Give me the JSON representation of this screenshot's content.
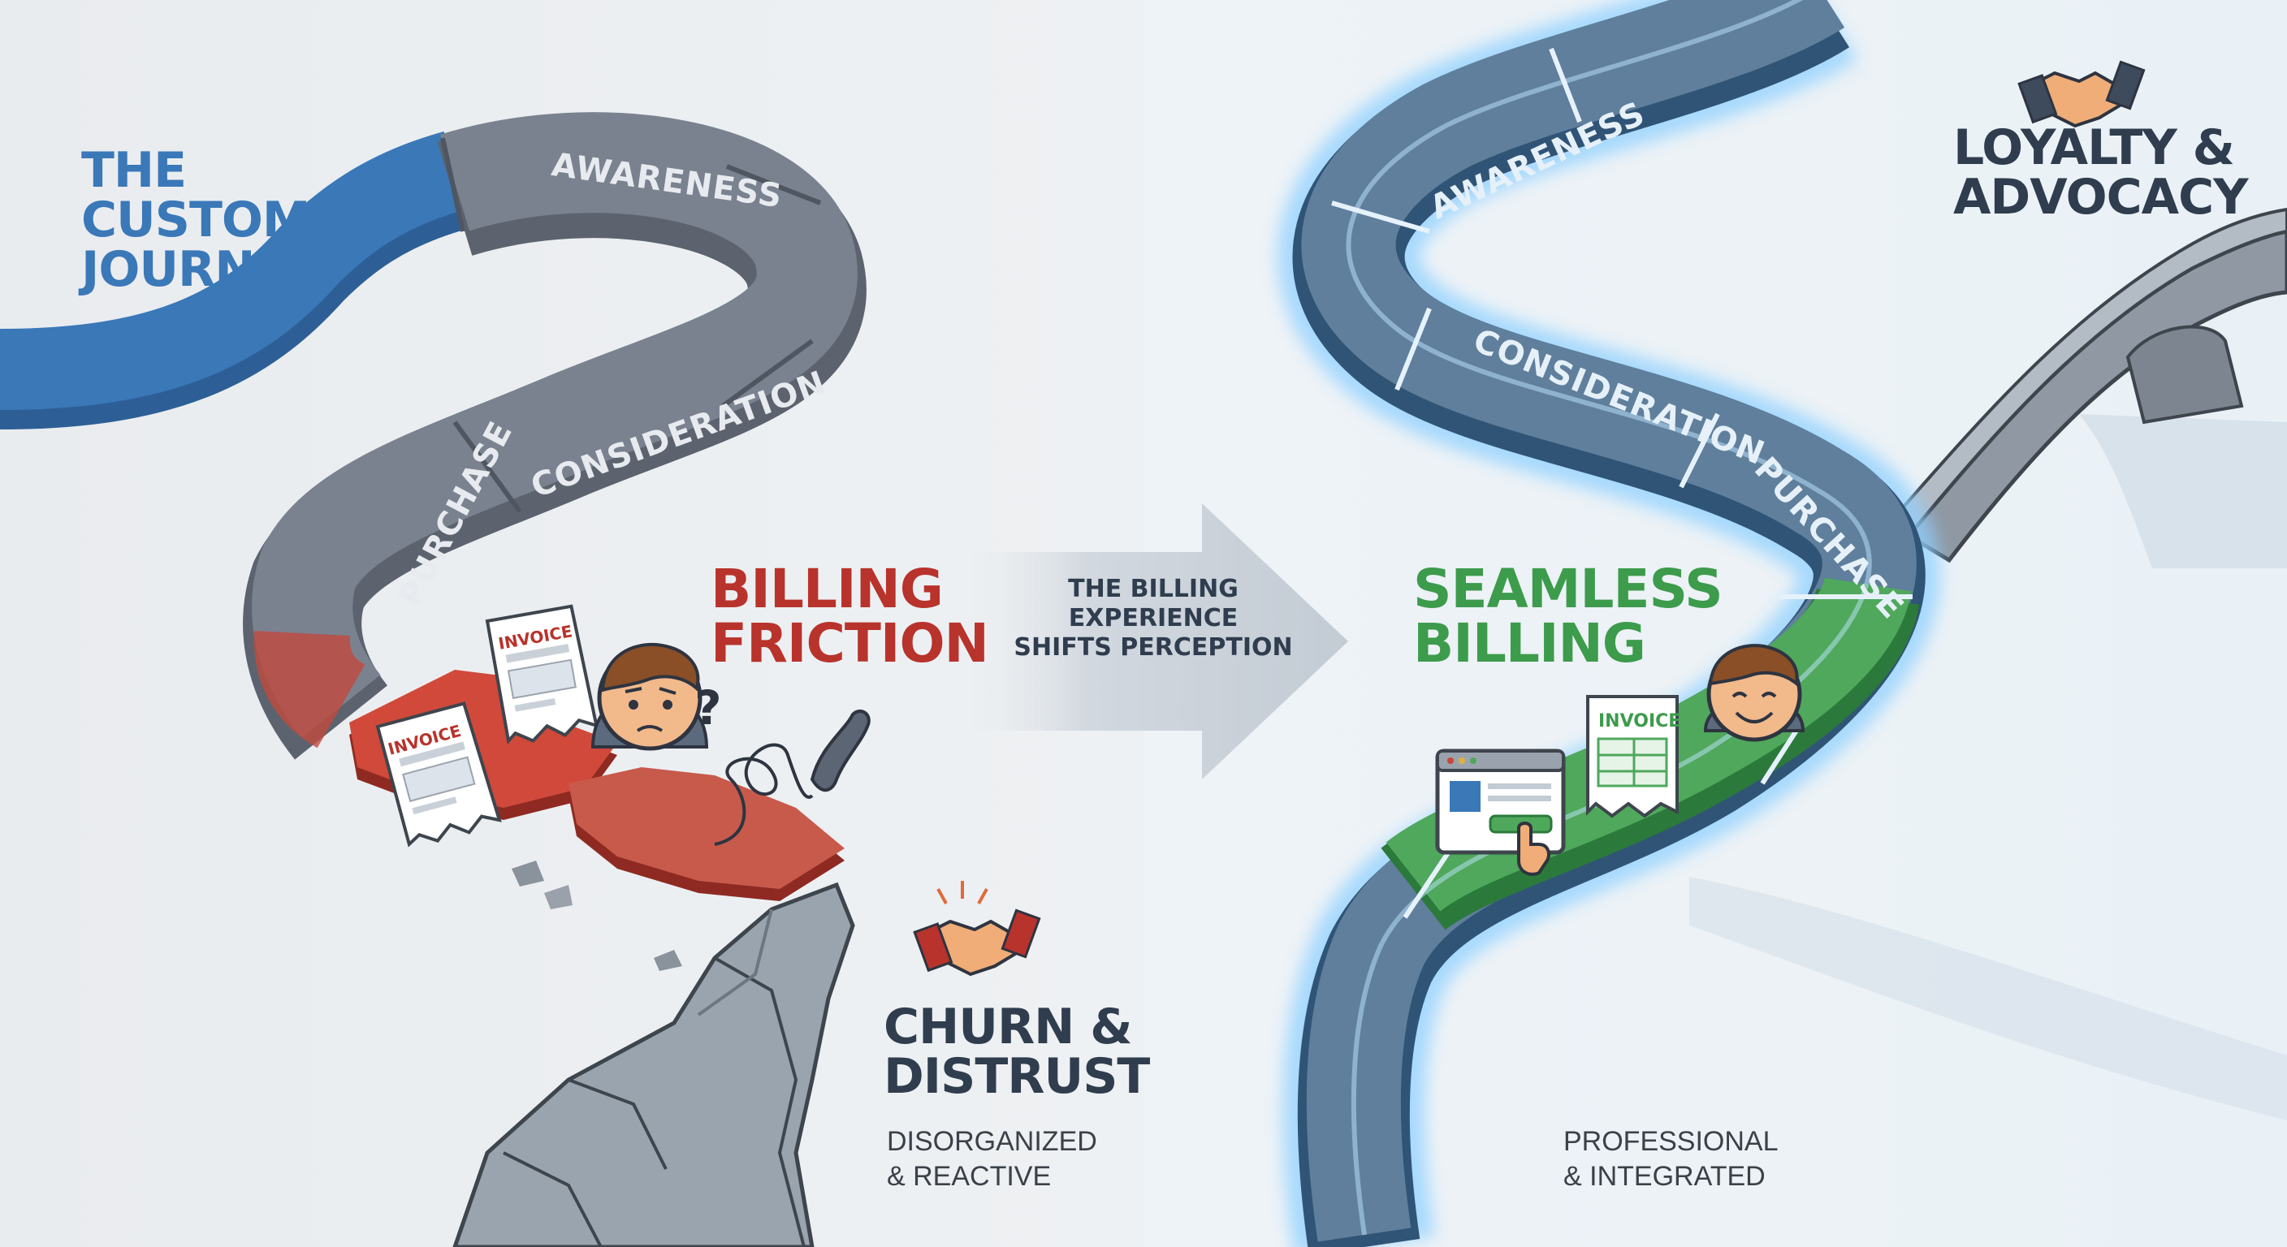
{
  "colors": {
    "journey_blue": "#3a78b8",
    "friction_red": "#b8332c",
    "seamless_green": "#3d9b4c",
    "path_gray": "#7a8290",
    "heading_dark": "#2f3d4e"
  },
  "left_panel": {
    "title": "THE\nCUSTOMER\nJOURNEY",
    "stages": {
      "awareness": "AWARENESS",
      "consideration": "CONSIDERATION",
      "purchase": "PURCHASE"
    },
    "problem_heading": "BILLING\nFRICTION",
    "invoice_label": "INVOICE",
    "question_mark": "?",
    "outcome_heading": "CHURN &\nDISTRUST",
    "outcome_caption": "DISORGANIZED\n& REACTIVE",
    "icons": [
      "invoice-icon",
      "confused-person-icon",
      "phone-icon",
      "tangled-cord-icon",
      "handshake-icon",
      "cliff-icon"
    ]
  },
  "transition": {
    "text": "THE BILLING\nEXPERIENCE\nSHIFTS PERCEPTION"
  },
  "right_panel": {
    "stages": {
      "awareness": "AWARENESS",
      "consideration": "CONSIDERATION",
      "purchase": "PURCHASE"
    },
    "solution_heading": "SEAMLESS\nBILLING",
    "invoice_label": "INVOICE",
    "outcome_heading": "LOYALTY &\nADVOCACY",
    "outcome_caption": "PROFESSIONAL\n& INTEGRATED",
    "icons": [
      "happy-person-icon",
      "browser-click-icon",
      "invoice-icon",
      "handshake-icon",
      "bridge-icon"
    ]
  }
}
